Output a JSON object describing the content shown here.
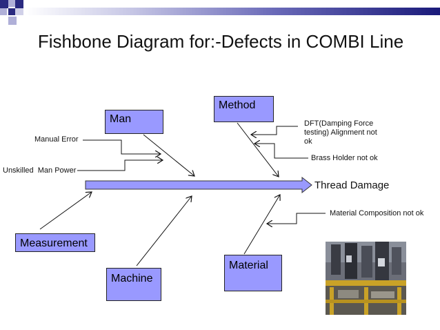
{
  "slide": {
    "title": "Fishbone Diagram for:-Defects in COMBI Line"
  },
  "colors": {
    "box_fill": "#9999ff",
    "spine_fill": "#9999ff",
    "title_bar_dark": "#1a1a7a",
    "corner_squares": "#2a2a80"
  },
  "diagram": {
    "effect": "Thread Damage",
    "categories": {
      "man": "Man",
      "method": "Method",
      "measurement": "Measurement",
      "machine": "Machine",
      "material": "Material"
    },
    "causes": {
      "manual_error": "Manual Error",
      "unskilled_man_power": "Unskilled  Man Power",
      "dft_alignment": "DFT(Damping  Force testing) Alignment not ok",
      "brass_holder": "Brass Holder not ok",
      "material_composition": "Material Composition not ok"
    }
  },
  "image": {
    "icon": "machine-photo"
  }
}
